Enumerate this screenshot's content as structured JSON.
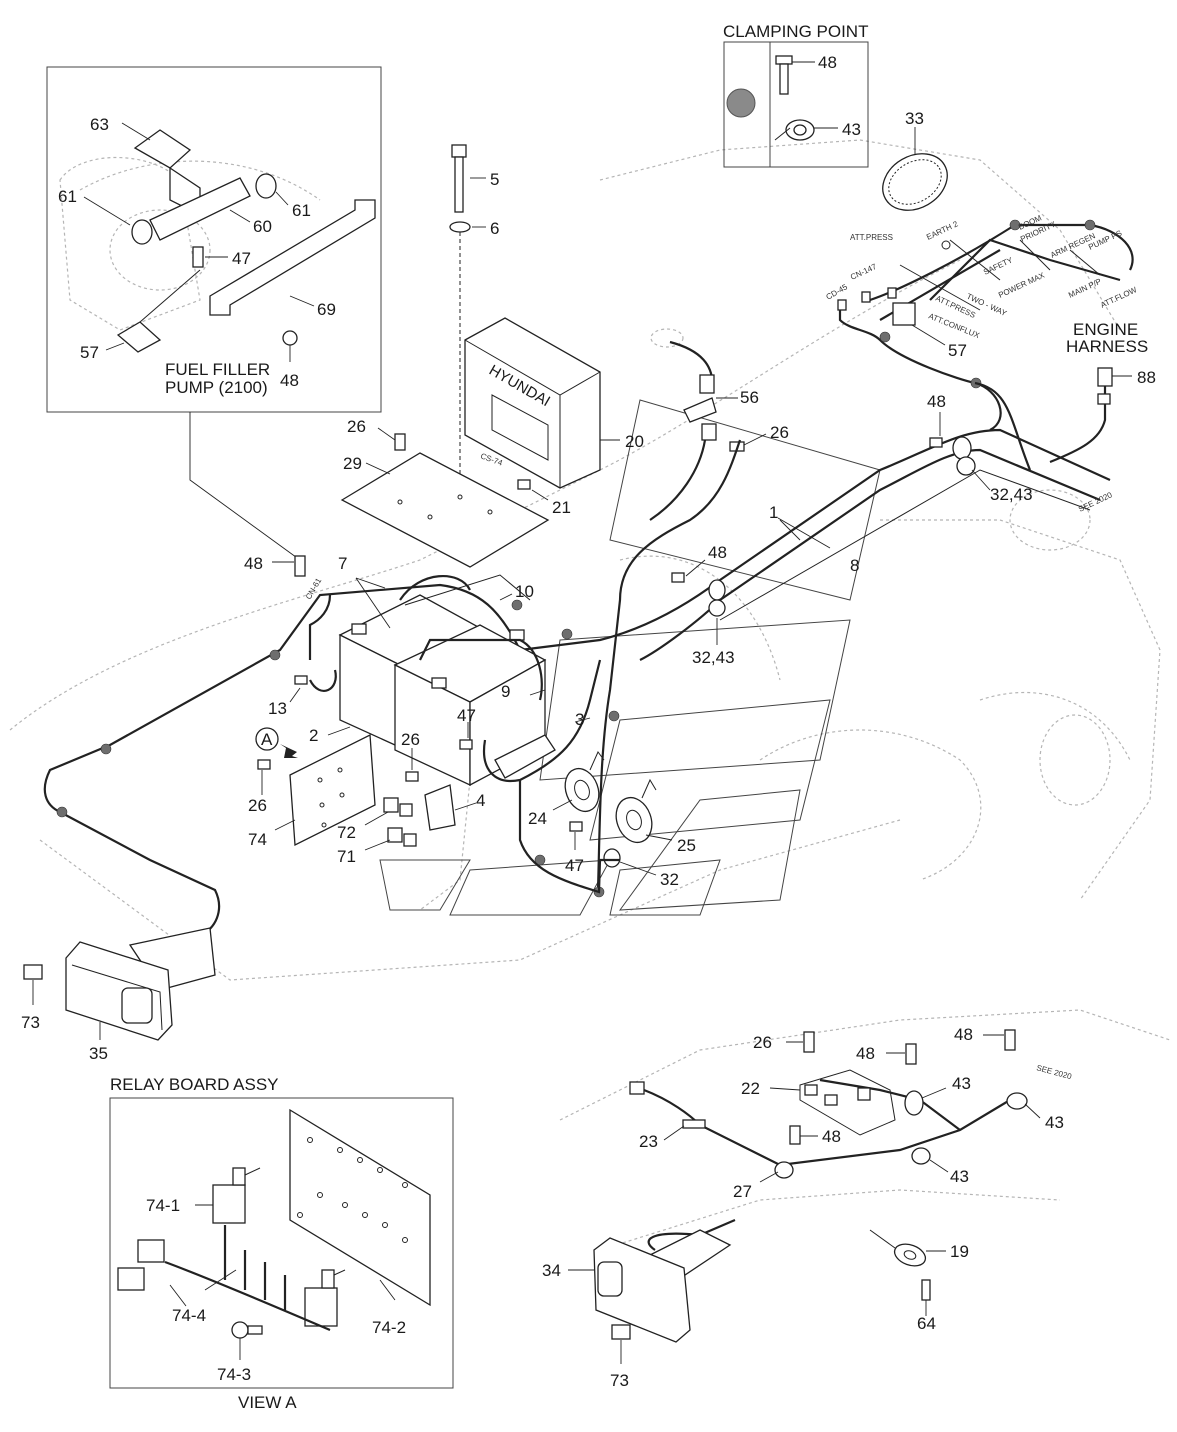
{
  "captions": {
    "clamping_point": "CLAMPING POINT",
    "fuel_filler": "FUEL FILLER",
    "fuel_filler_pump": "PUMP (2100)",
    "engine_harness_1": "ENGINE",
    "engine_harness_2": "HARNESS",
    "relay_board_assy": "RELAY BOARD ASSY",
    "view_a": "VIEW A",
    "view_marker": "A"
  },
  "tags": {
    "brand": "HYUNDAI",
    "cs74": "CS-74",
    "cn61": "CN-61",
    "cn147": "CN-147",
    "cd45": "CD-45",
    "att_press_1": "ATT.PRESS",
    "earth2": "EARTH 2",
    "boom_priority_1": "BOOM",
    "boom_priority_2": "PRIORITY",
    "pump_ps": "PUMP PS",
    "safety": "SAFETY",
    "arm_regen": "ARM REGEN",
    "two_way": "TWO - WAY",
    "power_max": "POWER MAX",
    "main_pp": "MAIN P/P",
    "att_press_2": "ATT.PRESS",
    "att_flow": "ATT.FLOW",
    "att_conflux": "ATT.CONFLUX",
    "see2020_1": "SEE 2020",
    "see2020_2": "SEE 2020"
  },
  "labels": [
    {
      "id": "48-clamp",
      "text": "48"
    },
    {
      "id": "43-clamp",
      "text": "43"
    },
    {
      "id": "33",
      "text": "33"
    },
    {
      "id": "63",
      "text": "63"
    },
    {
      "id": "61-left",
      "text": "61"
    },
    {
      "id": "60",
      "text": "60"
    },
    {
      "id": "61-right",
      "text": "61"
    },
    {
      "id": "47-fuel",
      "text": "47"
    },
    {
      "id": "69",
      "text": "69"
    },
    {
      "id": "57-fuel",
      "text": "57"
    },
    {
      "id": "48-fuel",
      "text": "48"
    },
    {
      "id": "5",
      "text": "5"
    },
    {
      "id": "6",
      "text": "6"
    },
    {
      "id": "20",
      "text": "20"
    },
    {
      "id": "21",
      "text": "21"
    },
    {
      "id": "26-plate",
      "text": "26"
    },
    {
      "id": "29",
      "text": "29"
    },
    {
      "id": "56",
      "text": "56"
    },
    {
      "id": "26-56",
      "text": "26"
    },
    {
      "id": "57-right",
      "text": "57"
    },
    {
      "id": "88",
      "text": "88"
    },
    {
      "id": "48-right",
      "text": "48"
    },
    {
      "id": "32,43-right",
      "text": "32,43"
    },
    {
      "id": "1",
      "text": "1"
    },
    {
      "id": "8",
      "text": "8"
    },
    {
      "id": "48-mid",
      "text": "48"
    },
    {
      "id": "48-left",
      "text": "48"
    },
    {
      "id": "7",
      "text": "7"
    },
    {
      "id": "10",
      "text": "10"
    },
    {
      "id": "32,43-mid",
      "text": "32,43"
    },
    {
      "id": "9",
      "text": "9"
    },
    {
      "id": "13",
      "text": "13"
    },
    {
      "id": "3",
      "text": "3"
    },
    {
      "id": "47-battery",
      "text": "47"
    },
    {
      "id": "2",
      "text": "2"
    },
    {
      "id": "26-battery",
      "text": "26"
    },
    {
      "id": "26-left",
      "text": "26"
    },
    {
      "id": "4",
      "text": "4"
    },
    {
      "id": "74",
      "text": "74"
    },
    {
      "id": "72",
      "text": "72"
    },
    {
      "id": "71",
      "text": "71"
    },
    {
      "id": "24",
      "text": "24"
    },
    {
      "id": "25",
      "text": "25"
    },
    {
      "id": "47-horn",
      "text": "47"
    },
    {
      "id": "32-horn",
      "text": "32"
    },
    {
      "id": "73-left",
      "text": "73"
    },
    {
      "id": "35",
      "text": "35"
    },
    {
      "id": "26-lower",
      "text": "26"
    },
    {
      "id": "48-lower-a",
      "text": "48"
    },
    {
      "id": "48-lower-b",
      "text": "48"
    },
    {
      "id": "22",
      "text": "22"
    },
    {
      "id": "43-lower-a",
      "text": "43"
    },
    {
      "id": "43-lower-b",
      "text": "43"
    },
    {
      "id": "23",
      "text": "23"
    },
    {
      "id": "48-lower-c",
      "text": "48"
    },
    {
      "id": "27",
      "text": "27"
    },
    {
      "id": "43-lower-c",
      "text": "43"
    },
    {
      "id": "19",
      "text": "19"
    },
    {
      "id": "64",
      "text": "64"
    },
    {
      "id": "34",
      "text": "34"
    },
    {
      "id": "73-lower",
      "text": "73"
    },
    {
      "id": "74-1",
      "text": "74-1"
    },
    {
      "id": "74-4",
      "text": "74-4"
    },
    {
      "id": "74-3",
      "text": "74-3"
    },
    {
      "id": "74-2",
      "text": "74-2"
    }
  ]
}
